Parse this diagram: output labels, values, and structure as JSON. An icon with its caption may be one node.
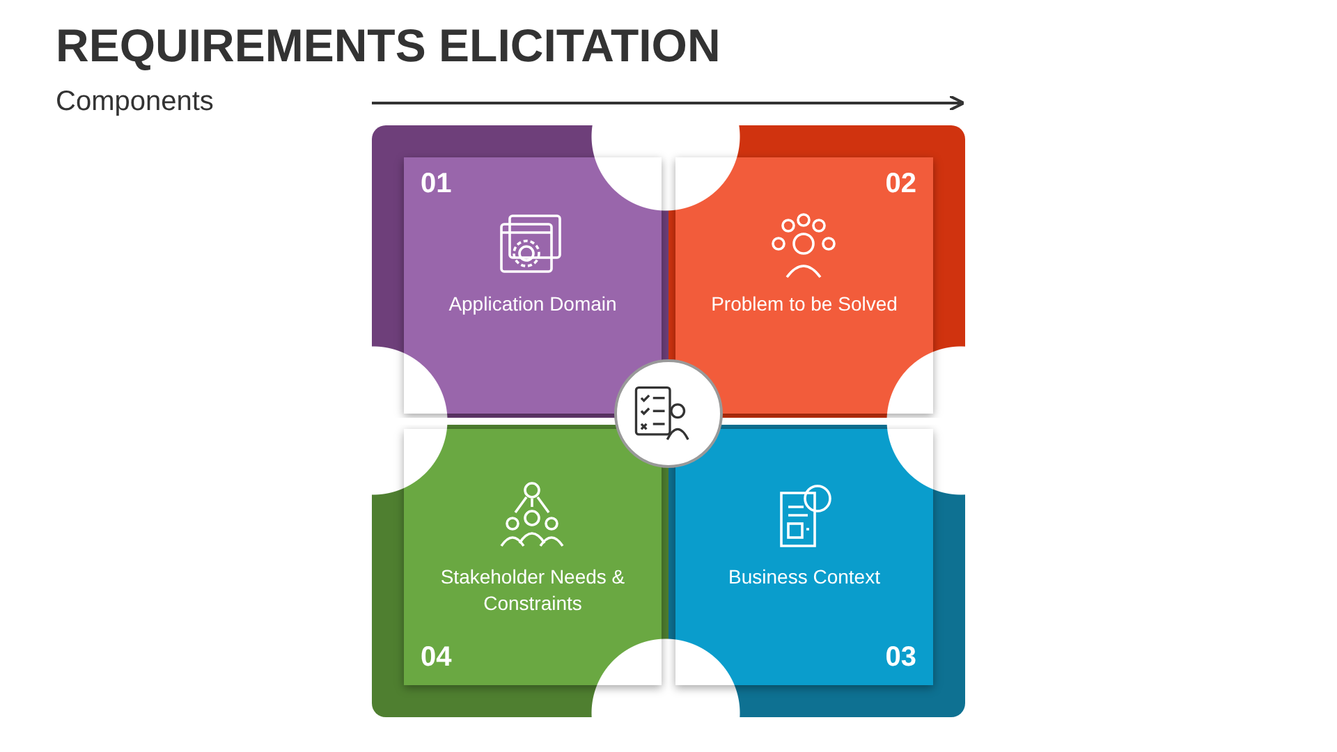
{
  "diagram": {
    "title": "REQUIREMENTS ELICITATION",
    "nodes": [
      {
        "text": [
          "01",
          "Application Domain"
        ]
      },
      {
        "text": [
          "02",
          "Problem to be Solved"
        ]
      },
      {
        "text": [
          "Stakeholder Needs & Constraints",
          "04"
        ]
      },
      {
        "text": [
          "Business Context",
          "03"
        ]
      },
      {
        "text": [],
        "shape": "picture"
      }
    ],
    "labels": [
      "Components"
    ]
  }
}
